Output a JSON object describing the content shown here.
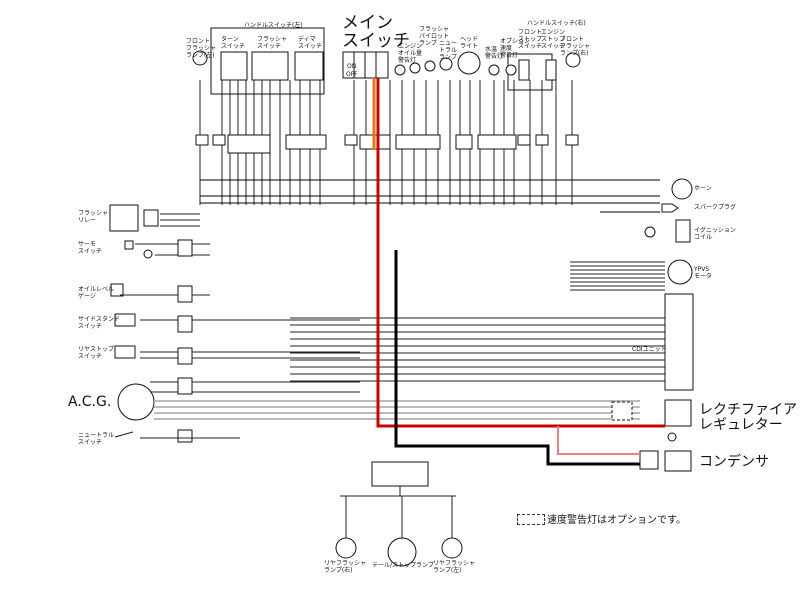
{
  "top": {
    "main_switch": [
      "メイン",
      "スイッチ"
    ],
    "handle_switch_left": "ハンドルスイッチ(左)",
    "handle_switch_right": "ハンドルスイッチ(右)",
    "front_flasher_left": [
      "フロント",
      "フラッシャ",
      "ランプ(左)"
    ],
    "turn_switch": [
      "ターン",
      "スイッチ"
    ],
    "flasher_switch": [
      "フラッシャ",
      "スイッチ"
    ],
    "dimmer_switch": [
      "ディマ",
      "スイッチ"
    ],
    "flasher_pilot": [
      "フラッシャ",
      "パイロット",
      "ランプ"
    ],
    "engine_oil_warn": [
      "エンジン",
      "オイル量",
      "警告灯"
    ],
    "neutral": [
      "ニュー",
      "トラル",
      "ランプ"
    ],
    "headlight": [
      "ヘッド",
      "ライト"
    ],
    "water_temp_warn": [
      "水温",
      "警告灯"
    ],
    "optional_speed_warn": [
      "オプション",
      "速度",
      "警告灯"
    ],
    "front_stop_switch": [
      "フロント",
      "ストップ",
      "スイッチ"
    ],
    "engine_stop_switch": [
      "エンジン",
      "ストップ",
      "スイッチ"
    ],
    "front_flasher_right": [
      "フロント",
      "フラッシャ",
      "ランプ(右)"
    ],
    "switch_on": "ON",
    "switch_off": "OFF"
  },
  "left": {
    "flasher_relay": [
      "フラッシャ",
      "リレー"
    ],
    "thermo_switch": [
      "サーモ",
      "スイッチ"
    ],
    "oil_level_gauge": [
      "オイルレベル",
      "ゲージ"
    ],
    "sidestand_switch": [
      "サイドスタンド",
      "スイッチ"
    ],
    "rear_stop_switch": [
      "リヤストップ",
      "スイッチ"
    ],
    "acg": "A.C.G.",
    "neutral_switch": [
      "ニュートラル",
      "スイッチ"
    ]
  },
  "right": {
    "horn": "ホーン",
    "spark_plug": "スパークプラグ",
    "ignition_coil": [
      "イグニッション",
      "コイル"
    ],
    "ypvs_motor": [
      "YPVS",
      "モータ"
    ],
    "cdi_unit": "CDIユニット",
    "rectifier_regulator": [
      "レクチファイア",
      "レギュレター"
    ],
    "condenser": "コンデンサ"
  },
  "bottom": {
    "rear_flasher_right": [
      "リヤフラッシャ",
      "ランプ(右)"
    ],
    "tail_stop_lamp": "テール/ストップランプ",
    "rear_flasher_left": [
      "リヤフラッシャ",
      "ランプ(左)"
    ]
  },
  "note": "速度警告灯はオプションです。",
  "wire_colors": {
    "frame": "#000000",
    "main_wire": "#222222",
    "power_red": "#cc0000",
    "condenser_pink": "#f08080",
    "switch_orange": "#e07a10",
    "acg_gray": "#bbbbbb",
    "ground_black": "#000000"
  }
}
